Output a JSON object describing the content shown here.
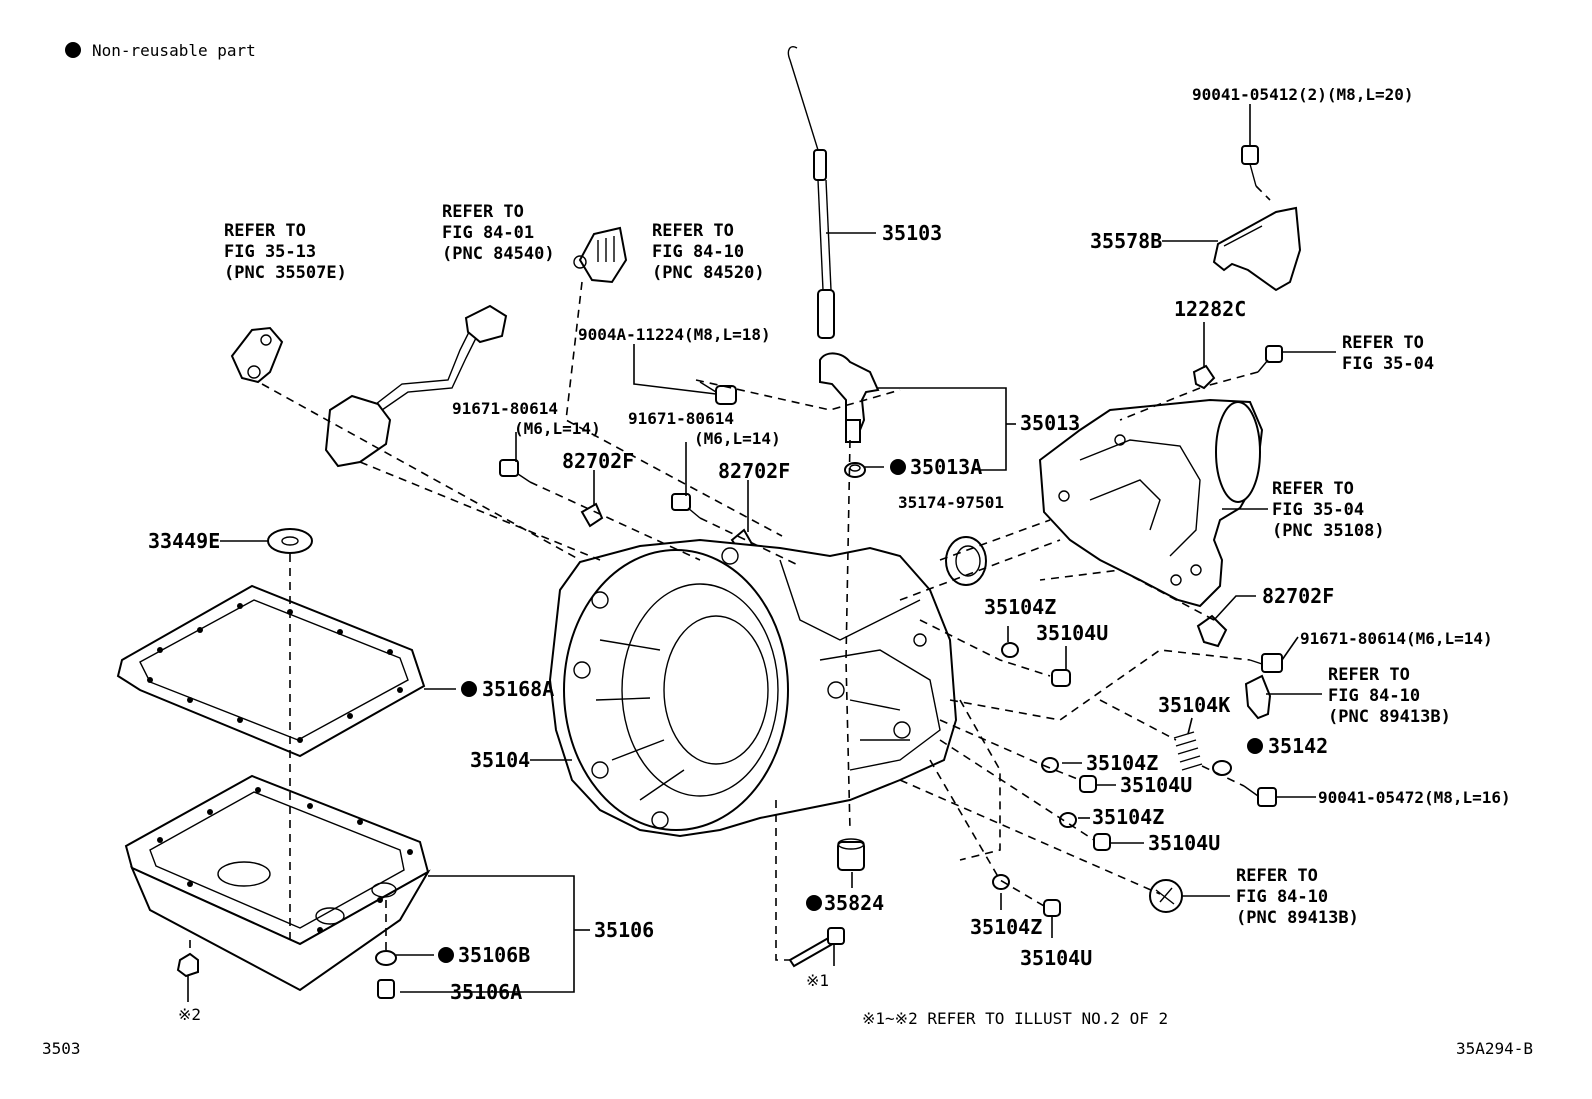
{
  "legend": {
    "text": "Non-reusable part"
  },
  "footer": {
    "left_code": "3503",
    "right_code": "35A294-B",
    "note": "※1~※2  REFER TO ILLUST NO.2 OF 2"
  },
  "labels": {
    "p90041_05412": "90041-05412(2)(M8,L=20)",
    "p35578B": "35578B",
    "p12282C": "12282C",
    "p35103": "35103",
    "p35013": "35013",
    "p35013A": "35013A",
    "p35174_97501": "35174-97501",
    "p9004A_11224": "9004A-11224(M8,L=18)",
    "p91671_a": "91671-80614",
    "p91671_a_sub": "(M6,L=14)",
    "p91671_b": "91671-80614",
    "p91671_b_sub": "(M6,L=14)",
    "p82702F_a": "82702F",
    "p82702F_b": "82702F",
    "p82702F_c": "82702F",
    "p33449E": "33449E",
    "p35168A": "35168A",
    "p35104": "35104",
    "p35106": "35106",
    "p35106B": "35106B",
    "p35106A": "35106A",
    "p35824": "35824",
    "p35104Z_a": "35104Z",
    "p35104U_a": "35104U",
    "p35104K": "35104K",
    "p35142": "35142",
    "p35104Z_b": "35104Z",
    "p35104U_b": "35104U",
    "p35104Z_c": "35104Z",
    "p35104U_c": "35104U",
    "p35104Z_d": "35104Z",
    "p35104U_d": "35104U",
    "p91671_c": "91671-80614(M6,L=14)",
    "p90041_05472": "90041-05472(M8,L=16)",
    "mark1": "※1",
    "mark2": "※2"
  },
  "refs": {
    "r1": [
      "REFER TO",
      "FIG 35-13",
      "(PNC 35507E)"
    ],
    "r2": [
      "REFER TO",
      "FIG 84-01",
      "(PNC 84540)"
    ],
    "r3": [
      "REFER TO",
      "FIG 84-10",
      "(PNC 84520)"
    ],
    "r4": [
      "REFER TO",
      "FIG 35-04"
    ],
    "r5": [
      "REFER TO",
      "FIG 35-04",
      "(PNC 35108)"
    ],
    "r6": [
      "REFER TO",
      "FIG 84-10",
      "(PNC 89413B)"
    ],
    "r7": [
      "REFER TO",
      "FIG 84-10",
      "(PNC 89413B)"
    ]
  }
}
